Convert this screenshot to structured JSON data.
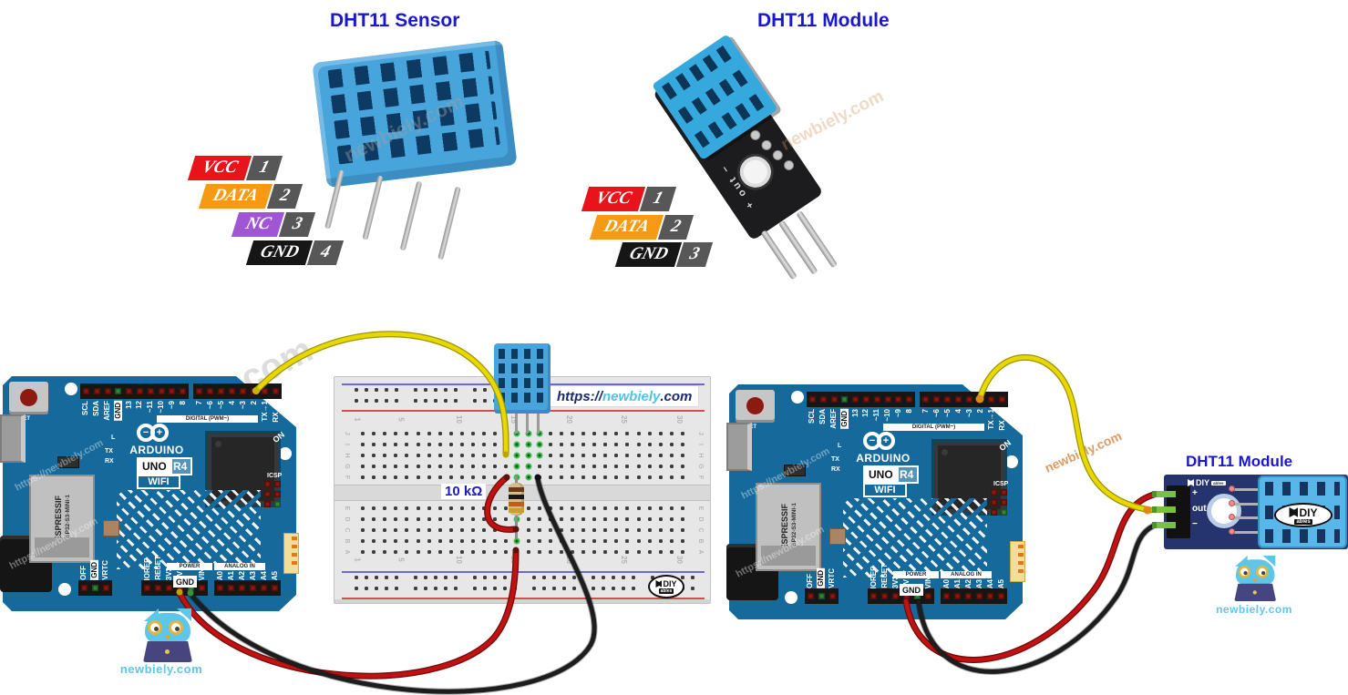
{
  "titles": {
    "sensor": "DHT11 Sensor",
    "module_top": "DHT11 Module",
    "module_right": "DHT11 Module"
  },
  "sensor_pinout": [
    {
      "label": "VCC",
      "num": "1",
      "color": "#e8141c"
    },
    {
      "label": "DATA",
      "num": "2",
      "color": "#f59a12"
    },
    {
      "label": "NC",
      "num": "3",
      "color": "#a055d5"
    },
    {
      "label": "GND",
      "num": "4",
      "color": "#161616"
    }
  ],
  "module_pinout": [
    {
      "label": "VCC",
      "num": "1",
      "color": "#e8141c"
    },
    {
      "label": "DATA",
      "num": "2",
      "color": "#f59a12"
    },
    {
      "label": "GND",
      "num": "3",
      "color": "#161616"
    }
  ],
  "arduino": {
    "digital_pins": [
      {
        "t": "SCL"
      },
      {
        "t": "SDA"
      },
      {
        "t": "AREF"
      },
      {
        "t": "GND",
        "boxed": true
      },
      {
        "t": "13"
      },
      {
        "t": "12"
      },
      {
        "t": "~11"
      },
      {
        "t": "~10"
      },
      {
        "t": "~9"
      },
      {
        "t": "8"
      }
    ],
    "digital_pins2": [
      {
        "t": "7"
      },
      {
        "t": "~6"
      },
      {
        "t": "~5"
      },
      {
        "t": "4"
      },
      {
        "t": "~3"
      },
      {
        "t": "2"
      },
      {
        "t": "TX→1"
      },
      {
        "t": "RX←0"
      }
    ],
    "digital_label": "DIGITAL (PWM~)",
    "brand": "ARDUINO",
    "logo_minus": "−",
    "logo_plus": "+",
    "model": "UNO",
    "rev": "R4",
    "wifi": "WIFI",
    "led": "L",
    "tx": "TX",
    "rx": "RX",
    "on": "ON",
    "icsp": "ICSP",
    "reset": "RESET",
    "esp_line1": "ESPRESSIF",
    "esp_line2": "ESP32-S3-MINI-1",
    "power_label": "POWER",
    "analog_label": "ANALOG IN",
    "power_pins": [
      {
        "t": "OFF"
      },
      {
        "t": "GND",
        "boxed": true
      },
      {
        "t": "VRTC"
      }
    ],
    "power_pins2": [
      {
        "t": "IOREF"
      },
      {
        "t": "RESET"
      },
      {
        "t": "3V3"
      },
      {
        "t": "5V"
      }
    ],
    "gnd_boxed": "GND",
    "vin": "VIN",
    "analog_pins": [
      {
        "t": "A0"
      },
      {
        "t": "A1"
      },
      {
        "t": "A2"
      },
      {
        "t": "A3"
      },
      {
        "t": "A4"
      },
      {
        "t": "A5"
      }
    ]
  },
  "breadboard": {
    "url_prefix": "https://",
    "url_mid": "newbiely",
    "url_suffix": ".com",
    "resistor_label": "10 kΩ",
    "col_numbers": [
      "1",
      "5",
      "10",
      "15",
      "20",
      "25",
      "30"
    ],
    "rows_top": [
      "J",
      "I",
      "H",
      "G",
      "F"
    ],
    "rows_bottom": [
      "E",
      "D",
      "C",
      "B",
      "A"
    ]
  },
  "module_board": {
    "plus": "+",
    "out": "out",
    "minus": "−",
    "silk": "+ out −"
  },
  "diyables": {
    "diy": "DIY",
    "ables": "ables"
  },
  "watermarks": {
    "site": "newbiely.com",
    "url": "https://newbiely.com"
  },
  "mascot": {
    "site": "newbiely.com"
  },
  "wire_colors": {
    "signal": "#e8d800",
    "power": "#c01212",
    "ground": "#1d1d1d"
  },
  "accent_colors": {
    "title_blue": "#1a18cc",
    "badge_gray": "#575757",
    "newbiely_cyan": "#4ec3e8"
  }
}
